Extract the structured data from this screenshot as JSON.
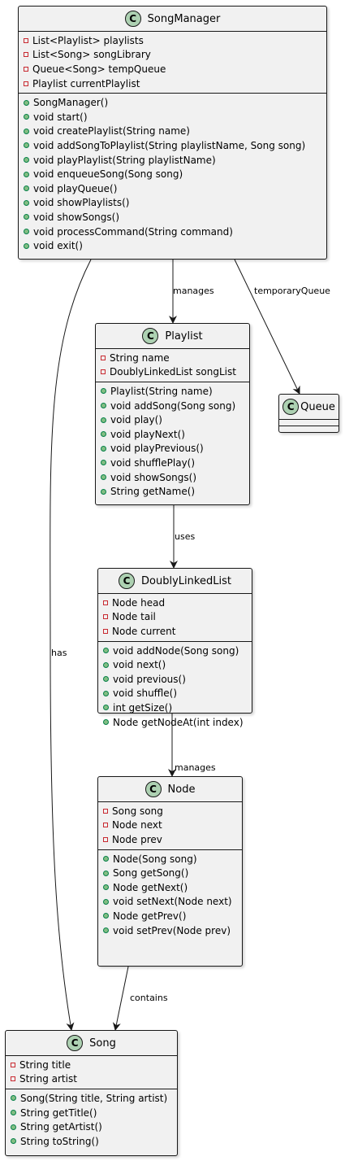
{
  "classes": {
    "songmanager": {
      "badge": "C",
      "name": "SongManager",
      "attributes": [
        "List<Playlist> playlists",
        "List<Song> songLibrary",
        "Queue<Song> tempQueue",
        "Playlist currentPlaylist"
      ],
      "methods": [
        "SongManager()",
        "void start()",
        "void createPlaylist(String name)",
        "void addSongToPlaylist(String playlistName, Song song)",
        "void playPlaylist(String playlistName)",
        "void enqueueSong(Song song)",
        "void playQueue()",
        "void showPlaylists()",
        "void showSongs()",
        "void processCommand(String command)",
        "void exit()"
      ]
    },
    "playlist": {
      "badge": "C",
      "name": "Playlist",
      "attributes": [
        "String name",
        "DoublyLinkedList songList"
      ],
      "methods": [
        "Playlist(String name)",
        "void addSong(Song song)",
        "void play()",
        "void playNext()",
        "void playPrevious()",
        "void shufflePlay()",
        "void showSongs()",
        "String getName()"
      ]
    },
    "queue": {
      "badge": "C",
      "name": "Queue",
      "attributes": [],
      "methods": []
    },
    "doublylinkedlist": {
      "badge": "C",
      "name": "DoublyLinkedList",
      "attributes": [
        "Node head",
        "Node tail",
        "Node current"
      ],
      "methods": [
        "void addNode(Song song)",
        "void next()",
        "void previous()",
        "void shuffle()",
        "int getSize()",
        "Node getNodeAt(int index)"
      ]
    },
    "node": {
      "badge": "C",
      "name": "Node",
      "attributes": [
        "Song song",
        "Node next",
        "Node prev"
      ],
      "methods": [
        "Node(Song song)",
        "Song getSong()",
        "Node getNext()",
        "void setNext(Node next)",
        "Node getPrev()",
        "void setPrev(Node prev)"
      ]
    },
    "song": {
      "badge": "C",
      "name": "Song",
      "attributes": [
        "String title",
        "String artist"
      ],
      "methods": [
        "Song(String title, String artist)",
        "String getTitle()",
        "String getArtist()",
        "String toString()"
      ]
    }
  },
  "relations": {
    "manages_playlist": "manages",
    "temporary_queue": "temporaryQueue",
    "uses": "uses",
    "manages_node": "manages",
    "contains": "contains",
    "has": "has"
  }
}
